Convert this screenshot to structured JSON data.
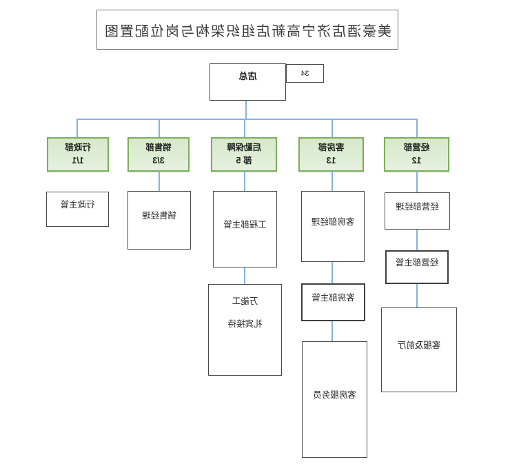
{
  "title": "美豪酒店济宁高新店组织架构与岗位配置图",
  "root": {
    "label": "店总",
    "badge": "34"
  },
  "columns": [
    {
      "dept": {
        "name": "行政部",
        "count": "1/1"
      },
      "children": [
        {
          "label": "行政主管"
        }
      ]
    },
    {
      "dept": {
        "name": "销售部",
        "count": "3/3"
      },
      "children": [
        {
          "label": "销售经理"
        }
      ]
    },
    {
      "dept": {
        "name": "后勤保障",
        "count": "部 5"
      },
      "children": [
        {
          "label": "工程部主管"
        },
        {
          "line1": "万能工",
          "line2": "礼宾接待"
        }
      ]
    },
    {
      "dept": {
        "name": "客房部",
        "count": "13"
      },
      "children": [
        {
          "label": "客房部经理"
        },
        {
          "label": "客房部主管"
        },
        {
          "label": "客房服务员"
        }
      ]
    },
    {
      "dept": {
        "name": "经营部",
        "count": "12"
      },
      "children": [
        {
          "label": "经营部经理"
        },
        {
          "label": "经营部主管"
        },
        {
          "label": "客服及前厅"
        }
      ]
    }
  ],
  "colors": {
    "connector": "#87b1de",
    "dept_fill_top": "#d7e8cc",
    "dept_fill_bottom": "#e5f1dd",
    "dept_border": "#7cae58",
    "node_border": "#4a4a4a",
    "title_text": "#3a3a3a"
  },
  "note": "diagram text is rendered horizontally mirrored in the screenshot"
}
